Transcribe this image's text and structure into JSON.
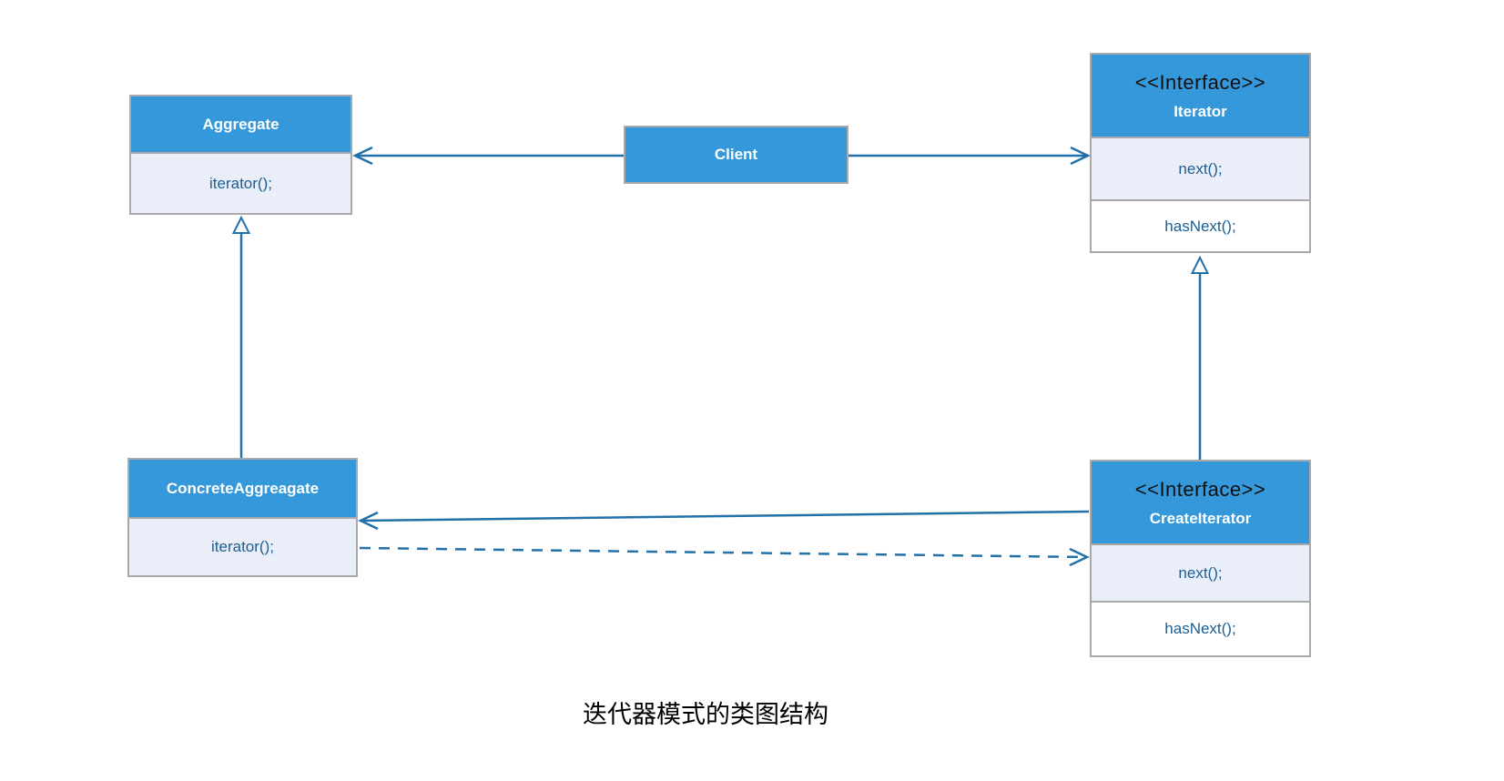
{
  "diagram": {
    "caption": "迭代器模式的类图结构",
    "classes": {
      "aggregate": {
        "name": "Aggregate",
        "methods": [
          "iterator();"
        ]
      },
      "client": {
        "name": "Client"
      },
      "iterator": {
        "stereotype": "<<Interface>>",
        "name": "Iterator",
        "methods": [
          "next();",
          "hasNext();"
        ]
      },
      "concrete_aggreagate": {
        "name": "ConcreteAggreagate",
        "methods": [
          "iterator();"
        ]
      },
      "create_iterator": {
        "stereotype": "<<Interface>>",
        "name": "CreateIterator",
        "methods": [
          "next();",
          "hasNext();"
        ]
      }
    },
    "relationships": [
      {
        "type": "association",
        "from": "Client",
        "to": "Aggregate",
        "arrowhead": "open"
      },
      {
        "type": "association",
        "from": "Client",
        "to": "Iterator",
        "arrowhead": "open"
      },
      {
        "type": "generalization",
        "from": "ConcreteAggreagate",
        "to": "Aggregate",
        "arrowhead": "hollow-triangle"
      },
      {
        "type": "generalization",
        "from": "CreateIterator",
        "to": "Iterator",
        "arrowhead": "hollow-triangle"
      },
      {
        "type": "association",
        "from": "CreateIterator",
        "to": "ConcreteAggreagate",
        "arrowhead": "open",
        "line": "solid"
      },
      {
        "type": "dependency",
        "from": "ConcreteAggreagate",
        "to": "CreateIterator",
        "arrowhead": "open",
        "line": "dashed"
      }
    ],
    "colors": {
      "header_blue": "#3598db",
      "row_light": "#e9eef8",
      "row_white": "#ffffff",
      "border_gray": "#a9a9a9",
      "connector_blue": "#2371a9",
      "method_text_blue": "#1b5e92",
      "stereotype_black": "#111111",
      "caption_black": "#000000",
      "background": "#ffffff"
    }
  }
}
